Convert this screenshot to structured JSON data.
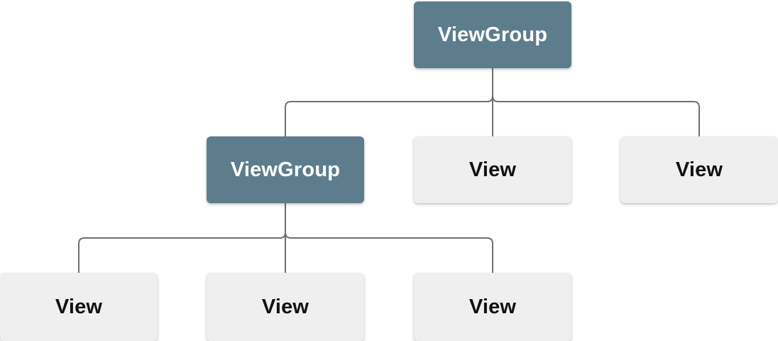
{
  "diagram": {
    "title": "view-hierarchy-tree",
    "colors": {
      "viewgroup_fill": "#5e7d8c",
      "viewgroup_text": "#ffffff",
      "view_fill": "#efefef",
      "view_text": "#111111",
      "connector": "#707070",
      "background": "#ffffff"
    },
    "nodes": [
      {
        "id": "root",
        "label": "ViewGroup",
        "type": "viewgroup"
      },
      {
        "id": "vg2",
        "label": "ViewGroup",
        "type": "viewgroup"
      },
      {
        "id": "v1",
        "label": "View",
        "type": "view"
      },
      {
        "id": "v2",
        "label": "View",
        "type": "view"
      },
      {
        "id": "v3",
        "label": "View",
        "type": "view"
      },
      {
        "id": "v4",
        "label": "View",
        "type": "view"
      },
      {
        "id": "v5",
        "label": "View",
        "type": "view"
      }
    ],
    "edges": [
      {
        "from": "root",
        "to": "vg2"
      },
      {
        "from": "root",
        "to": "v1"
      },
      {
        "from": "root",
        "to": "v2"
      },
      {
        "from": "vg2",
        "to": "v3"
      },
      {
        "from": "vg2",
        "to": "v4"
      },
      {
        "from": "vg2",
        "to": "v5"
      }
    ]
  }
}
